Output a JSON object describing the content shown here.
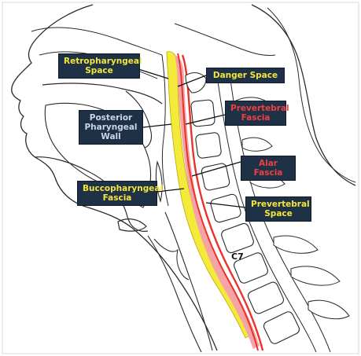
{
  "colors": {
    "label_bg": "#1f3147",
    "yellow_text": "#f5e637",
    "red_text": "#ef4040",
    "white_text": "#ffffff",
    "gray_text": "#c9d6e6",
    "yellow_space": "#f4ea3a",
    "red_fascia": "#e8332b",
    "pink_space": "#f6a3a6"
  },
  "labels": {
    "retropharyngeal": "Retropharyngeal\nSpace",
    "danger": "Danger Space",
    "posterior_pharyngeal": "Posterior\nPharyngeal\nWall",
    "prevertebral_fascia": "Prevertebral\nFascia",
    "alar_fascia": "Alar Fascia",
    "buccopharyngeal": "Buccopharyngeal\nFascia",
    "prevertebral_space": "Prevertebral\nSpace",
    "c7": "C7"
  }
}
